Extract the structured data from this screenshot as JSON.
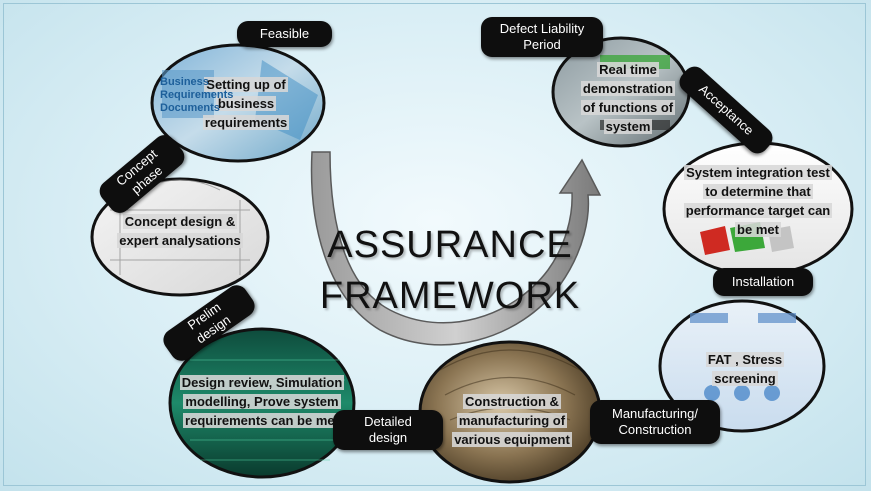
{
  "title": {
    "line1": "ASSURANCE",
    "line2": "FRAMEWORK"
  },
  "stages": [
    {
      "id": "feasible",
      "tag": "Feasible",
      "text": "Setting up of business requirements",
      "image_overlay": "Business Requirements Documents"
    },
    {
      "id": "concept",
      "tag": "Concept phase",
      "text": "Concept design & expert analysations"
    },
    {
      "id": "prelim",
      "tag": "Prelim design",
      "text": "Design review, Simulation modelling, Prove system requirements can be met"
    },
    {
      "id": "detailed",
      "tag": "Detailed design",
      "text": "Construction & manufacturing of various equipment"
    },
    {
      "id": "manufacturing",
      "tag": "Manufacturing/ Construction",
      "text": "FAT , Stress screening"
    },
    {
      "id": "installation",
      "tag": "Installation",
      "text": "System integration test to determine that performance target can be met"
    },
    {
      "id": "acceptance",
      "tag": "Acceptance",
      "text": "Real time demonstration of functions of system"
    },
    {
      "id": "defect",
      "tag": "Defect Liability Period",
      "text": ""
    }
  ],
  "colors": {
    "tag_bg": "#0e0e0e",
    "tag_text": "#ffffff",
    "arrow": "#808080",
    "background": "#d9eef5"
  },
  "icons": [
    "curved-arrow-icon"
  ]
}
